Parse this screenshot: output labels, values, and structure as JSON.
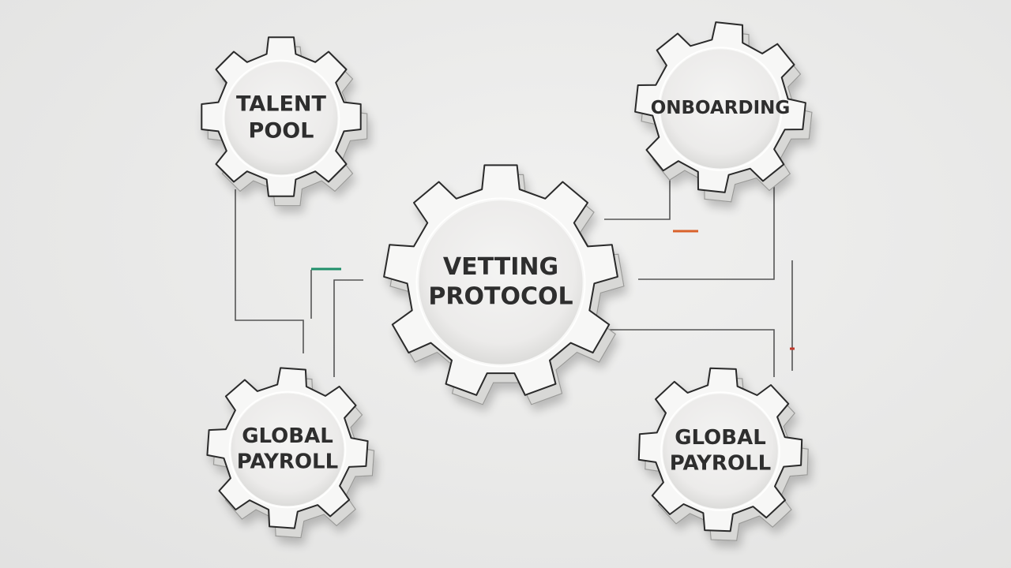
{
  "colors": {
    "background": "#e9e9e8",
    "gear_fill": "#f7f7f6",
    "gear_outline": "#2b2b2b",
    "connector": "#555555",
    "accent_green": "#1f8f6a",
    "accent_orange": "#d9622b",
    "accent_red": "#c0392b"
  },
  "gears": {
    "talent_pool": {
      "line1": "TALENT",
      "line2": "POOL"
    },
    "onboarding": {
      "line1": "ONBOARDING"
    },
    "vetting_protocol": {
      "line1": "VETTING",
      "line2": "PROTOCOL"
    },
    "global_payroll_left": {
      "line1": "GLOBAL",
      "line2": "PAYROLL"
    },
    "global_payroll_right": {
      "line1": "GLOBAL",
      "line2": "PAYROLL"
    }
  }
}
